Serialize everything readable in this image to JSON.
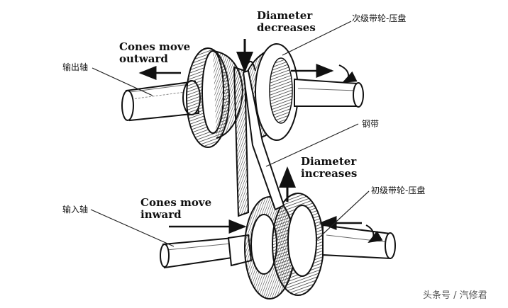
{
  "labels": {
    "top_diameter": "Diameter\ndecreases",
    "secondary_pulley": "次级带轮-压盘",
    "cones_outward": "Cones move\noutward",
    "output_shaft": "输出轴",
    "steel_belt": "钢带",
    "mid_diameter": "Diameter\nincreases",
    "primary_pulley": "初级带轮-压盘",
    "cones_inward": "Cones move\ninward",
    "input_shaft": "输入轴"
  },
  "watermark": "头条号 / 汽修君"
}
